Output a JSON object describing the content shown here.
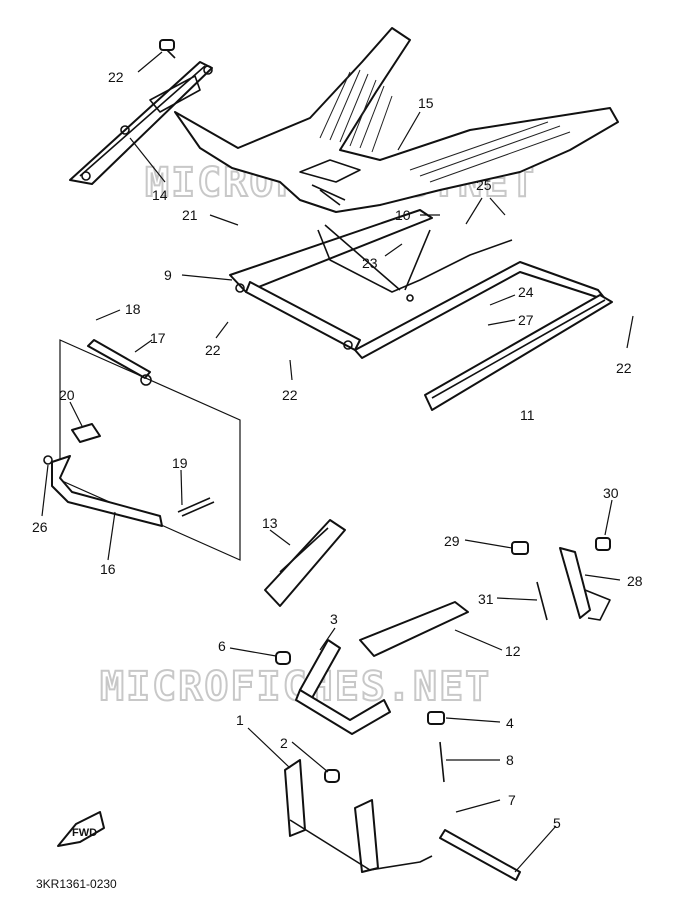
{
  "watermark_top": "MICROFICHES.NET",
  "watermark_bottom": "MICROFICHES.NET",
  "diagram_code": "3KR1361-0230",
  "fwd_label": "FWD",
  "callouts": {
    "c1": "1",
    "c2": "2",
    "c3": "3",
    "c4": "4",
    "c5": "5",
    "c6": "6",
    "c7": "7",
    "c8": "8",
    "c9": "9",
    "c10": "10",
    "c11": "11",
    "c12": "12",
    "c13": "13",
    "c14": "14",
    "c15": "15",
    "c16": "16",
    "c17": "17",
    "c18": "18",
    "c19": "19",
    "c20": "20",
    "c21": "21",
    "c22a": "22",
    "c22b": "22",
    "c22c": "22",
    "c22d": "22",
    "c23": "23",
    "c24": "24",
    "c25": "25",
    "c26": "26",
    "c27": "27",
    "c28": "28",
    "c29": "29",
    "c30": "30",
    "c31": "31"
  }
}
